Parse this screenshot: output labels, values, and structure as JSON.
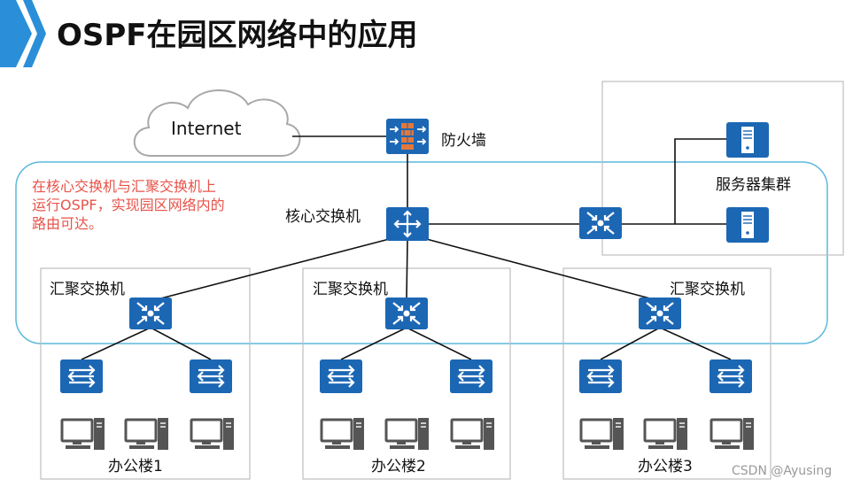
{
  "slide": {
    "title": "OSPF在园区网络中的应用",
    "watermark": "CSDN @Ayusing"
  },
  "nodes": {
    "internet": "Internet",
    "firewall": "防火墙",
    "core": "核心交换机",
    "server_cluster": "服务器集群"
  },
  "note": {
    "lines": [
      "在核心交换机与汇聚交换机上",
      "运行OSPF，实现园区网络内的",
      "路由可达。"
    ]
  },
  "buildings": [
    {
      "agg_label": "汇聚交换机",
      "name": "办公楼1"
    },
    {
      "agg_label": "汇聚交换机",
      "name": "办公楼2"
    },
    {
      "agg_label": "汇聚交换机",
      "name": "办公楼3"
    }
  ],
  "colors": {
    "accent": "#1c67b4",
    "ospf_area": "#5cb9dc",
    "note": "#e8534a",
    "firewall": "#e2783c"
  }
}
